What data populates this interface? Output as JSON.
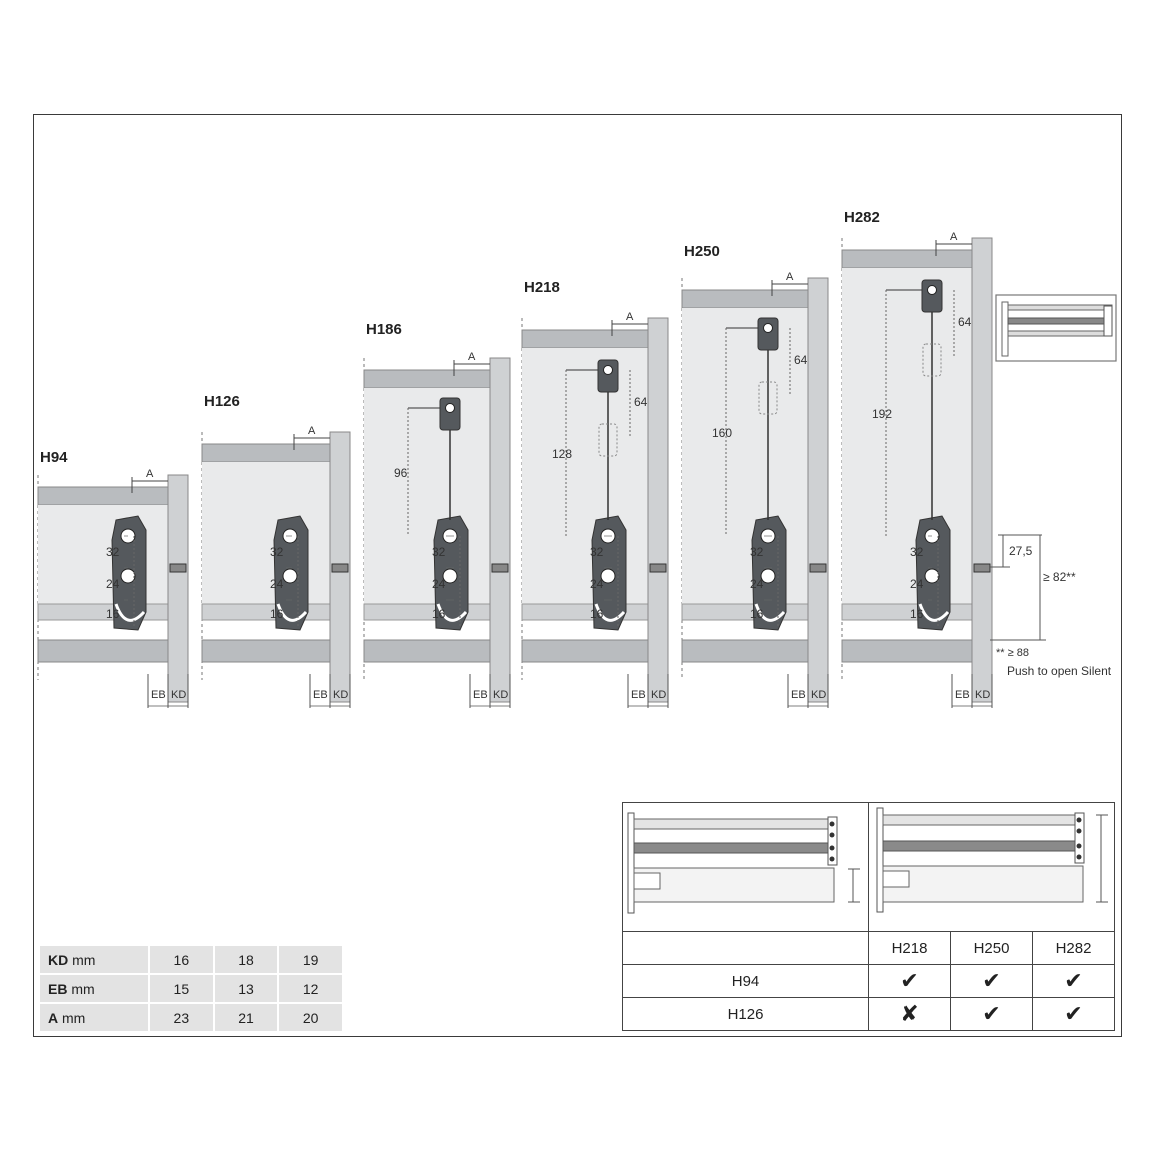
{
  "drawers": [
    {
      "label": "H94",
      "a": "A",
      "eb": "EB",
      "kd": "KD",
      "dims": [
        "32",
        "24",
        "16"
      ],
      "height": ""
    },
    {
      "label": "H126",
      "a": "A",
      "eb": "EB",
      "kd": "KD",
      "dims": [
        "32",
        "24",
        "16"
      ],
      "height": ""
    },
    {
      "label": "H186",
      "a": "A",
      "eb": "EB",
      "kd": "KD",
      "dims": [
        "32",
        "24",
        "16"
      ],
      "height": "96"
    },
    {
      "label": "H218",
      "a": "A",
      "eb": "EB",
      "kd": "KD",
      "dims": [
        "32",
        "24",
        "16"
      ],
      "height": "128",
      "gap": "64"
    },
    {
      "label": "H250",
      "a": "A",
      "eb": "EB",
      "kd": "KD",
      "dims": [
        "32",
        "24",
        "16"
      ],
      "height": "160",
      "gap": "64"
    },
    {
      "label": "H282",
      "a": "A",
      "eb": "EB",
      "kd": "KD",
      "dims": [
        "32",
        "24",
        "16"
      ],
      "height": "192",
      "gap": "64"
    }
  ],
  "side_dims": {
    "d1": "27,5",
    "d2": "≥ 82**"
  },
  "footnote": {
    "line1": "** ≥ 88",
    "line2": "Push to open Silent"
  },
  "dimension_table": {
    "rows": [
      {
        "key": "KD",
        "unit": "mm",
        "values": [
          "16",
          "18",
          "19"
        ]
      },
      {
        "key": "EB",
        "unit": "mm",
        "values": [
          "15",
          "13",
          "12"
        ]
      },
      {
        "key": "A",
        "unit": "mm",
        "values": [
          "23",
          "21",
          "20"
        ]
      }
    ]
  },
  "compat_table": {
    "columns": [
      "H218",
      "H250",
      "H282"
    ],
    "rows": [
      {
        "label": "H94",
        "marks": [
          "✔",
          "✔",
          "✔"
        ]
      },
      {
        "label": "H126",
        "marks": [
          "✘",
          "✔",
          "✔"
        ]
      }
    ]
  },
  "colors": {
    "panel": "#b9bcbf",
    "cabinet": "#cfd1d3",
    "inner": "#e9eaeb",
    "hardware": "#55595d",
    "line": "#555555"
  }
}
